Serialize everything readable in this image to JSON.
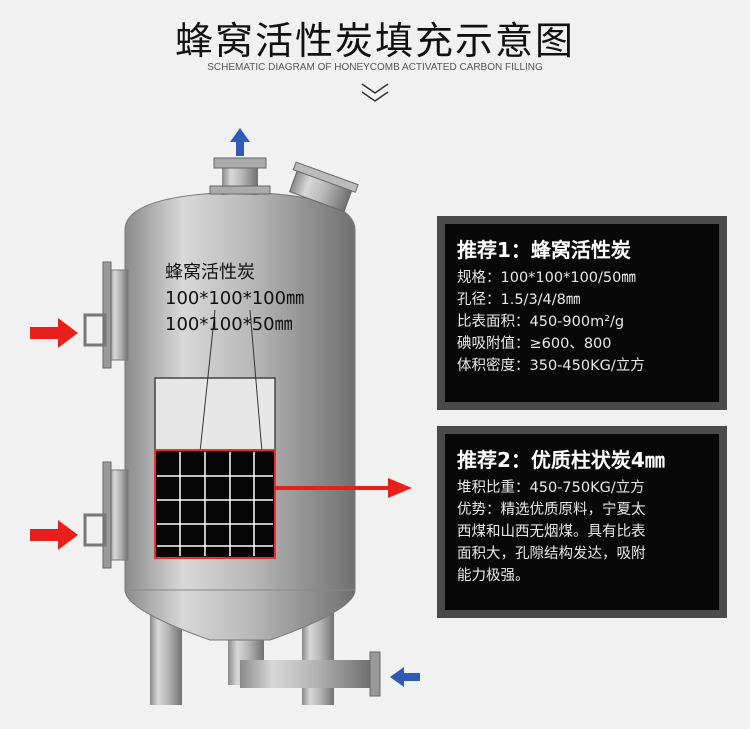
{
  "title": "蜂窝活性炭填充示意图",
  "subtitle": "SCHEMATIC DIAGRAM OF HONEYCOMB ACTIVATED CARBON FILLING",
  "tank_label": {
    "line1": "蜂窝活性炭",
    "line2": "100*100*100㎜",
    "line3": "100*100*50㎜"
  },
  "box1": {
    "heading": "推荐1：蜂窝活性炭",
    "lines": [
      "规格：100*100*100/50㎜",
      "孔径：1.5/3/4/8㎜",
      "比表面积：450-900m²/g",
      "碘吸附值：≥600、800",
      "体积密度：350-450KG/立方"
    ]
  },
  "box2": {
    "heading": "推荐2：优质柱状炭4㎜",
    "lines": [
      "堆积比重：450-750KG/立方",
      "优势：精选优质原料，宁夏太",
      "西煤和山西无烟煤。具有比表",
      "面积大，孔隙结构发达，吸附",
      "能力极强。"
    ]
  },
  "colors": {
    "inlet_arrow": "#e8201c",
    "outlet_arrow": "#2d5bb7",
    "panel": "#080808"
  }
}
